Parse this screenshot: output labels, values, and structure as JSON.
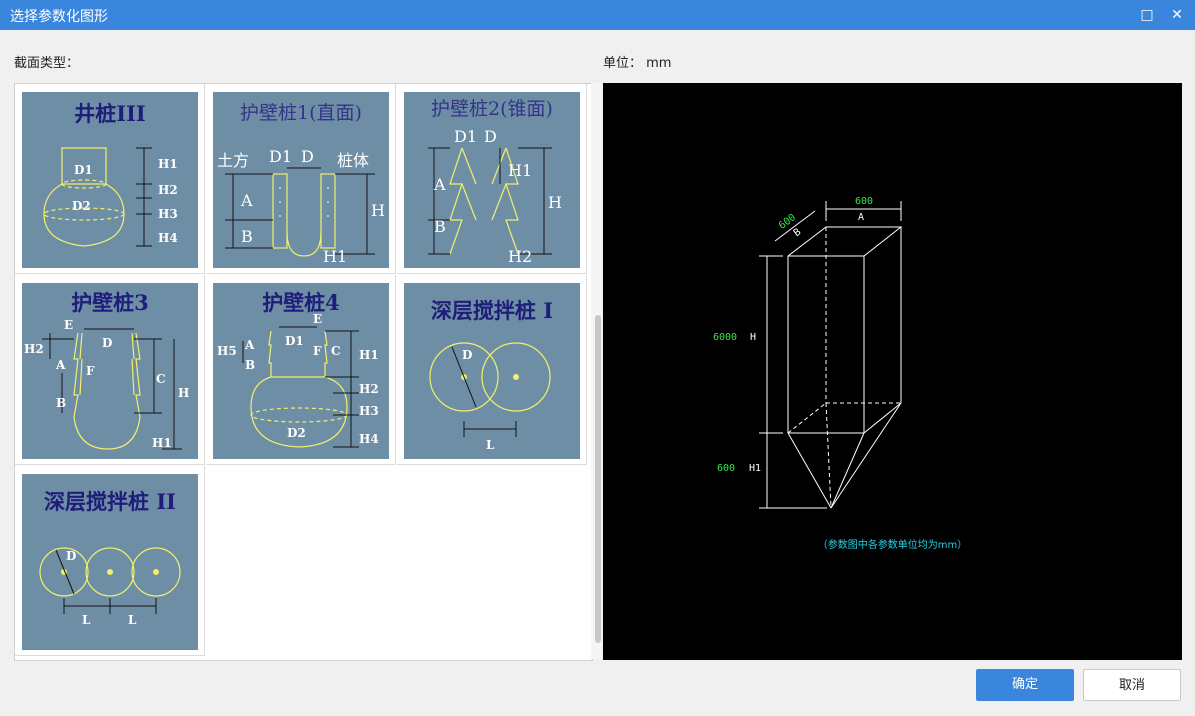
{
  "window": {
    "title": "选择参数化图形",
    "maximize_glyph": "□",
    "close_glyph": "✕"
  },
  "labels": {
    "section_type": "截面类型：",
    "unit": "单位： mm"
  },
  "tiles": [
    {
      "name": "井桩III",
      "caption": "井桩III",
      "icon": "well-pile-diagram",
      "labels": [
        "D1",
        "D2",
        "H1",
        "H2",
        "H3",
        "H4"
      ]
    },
    {
      "name": "护壁桩1(直面)",
      "caption": "护壁桩1(直面)",
      "icon": "retaining-pile-1-diagram",
      "labels": [
        "土方",
        "D1",
        "D",
        "桩体",
        "A",
        "B",
        "H",
        "H1"
      ]
    },
    {
      "name": "护壁桩2(锥面)",
      "caption": "护壁桩2(锥面)",
      "icon": "retaining-pile-2-diagram",
      "labels": [
        "D1",
        "D",
        "A",
        "H1",
        "H",
        "B",
        "H2"
      ]
    },
    {
      "name": "护壁桩3",
      "caption": "护壁桩3",
      "icon": "retaining-pile-3-diagram",
      "labels": [
        "E",
        "H2",
        "D",
        "A",
        "F",
        "C",
        "H",
        "B",
        "H1"
      ]
    },
    {
      "name": "护壁桩4",
      "caption": "护壁桩4",
      "icon": "retaining-pile-4-diagram",
      "labels": [
        "E",
        "H5",
        "A",
        "D1",
        "F",
        "C",
        "H1",
        "B",
        "H2",
        "H3",
        "D2",
        "H4"
      ]
    },
    {
      "name": "深层搅拌桩 I",
      "caption": "深层搅拌桩 I",
      "icon": "deep-mixing-pile-1-diagram",
      "labels": [
        "D",
        "L"
      ]
    },
    {
      "name": "深层搅拌桩 II",
      "caption": "深层搅拌桩 II",
      "icon": "deep-mixing-pile-2-diagram",
      "labels": [
        "D",
        "L",
        "L"
      ]
    }
  ],
  "preview": {
    "dims": {
      "a_value": "600",
      "a_label": "A",
      "b_value": "600",
      "b_label": "B",
      "h_value": "6000",
      "h_label": "H",
      "h1_value": "600",
      "h1_label": "H1"
    },
    "note": "（参数图中各参数单位均为mm）"
  },
  "buttons": {
    "ok": "确定",
    "cancel": "取消"
  }
}
